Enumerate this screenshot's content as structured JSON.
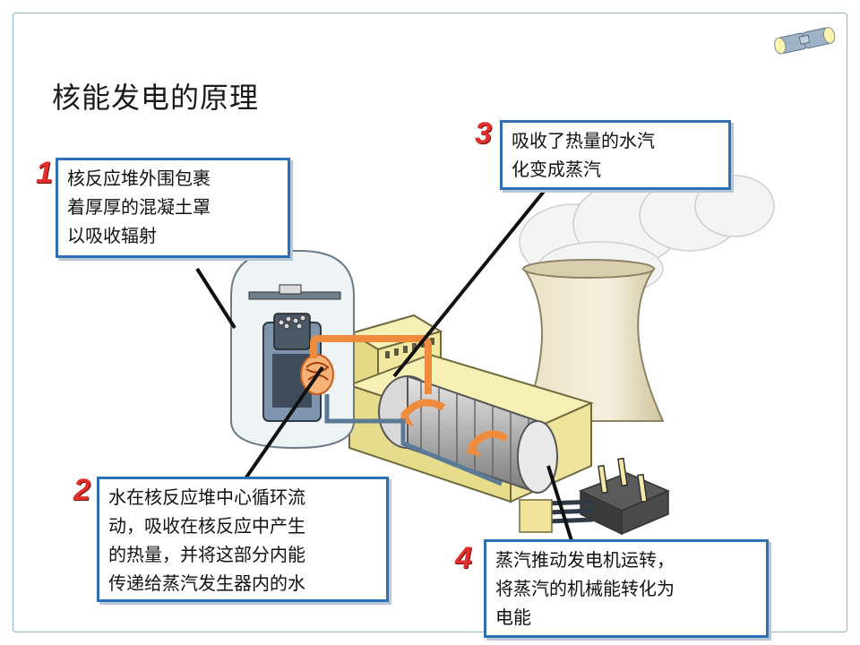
{
  "title": "核能发电的原理",
  "callouts": [
    {
      "number": "1",
      "text": "核反应堆外围包裹\n着厚厚的混凝土罩\n以吸收辐射"
    },
    {
      "number": "2",
      "text": "水在核反应堆中心循环流\n动，吸收在核反应中产生\n的热量，并将这部分内能\n传递给蒸汽发生器内的水"
    },
    {
      "number": "3",
      "text": "吸收了热量的水汽\n化变成蒸汽"
    },
    {
      "number": "4",
      "text": "蒸汽推动发电机运转，\n将蒸汽的机械能转化为\n电能"
    }
  ],
  "icons": {
    "corner": "binoculars-icon"
  },
  "colors": {
    "border": "#2f6fb3",
    "number": "#e0302c",
    "pipe": "#f08a3c"
  }
}
